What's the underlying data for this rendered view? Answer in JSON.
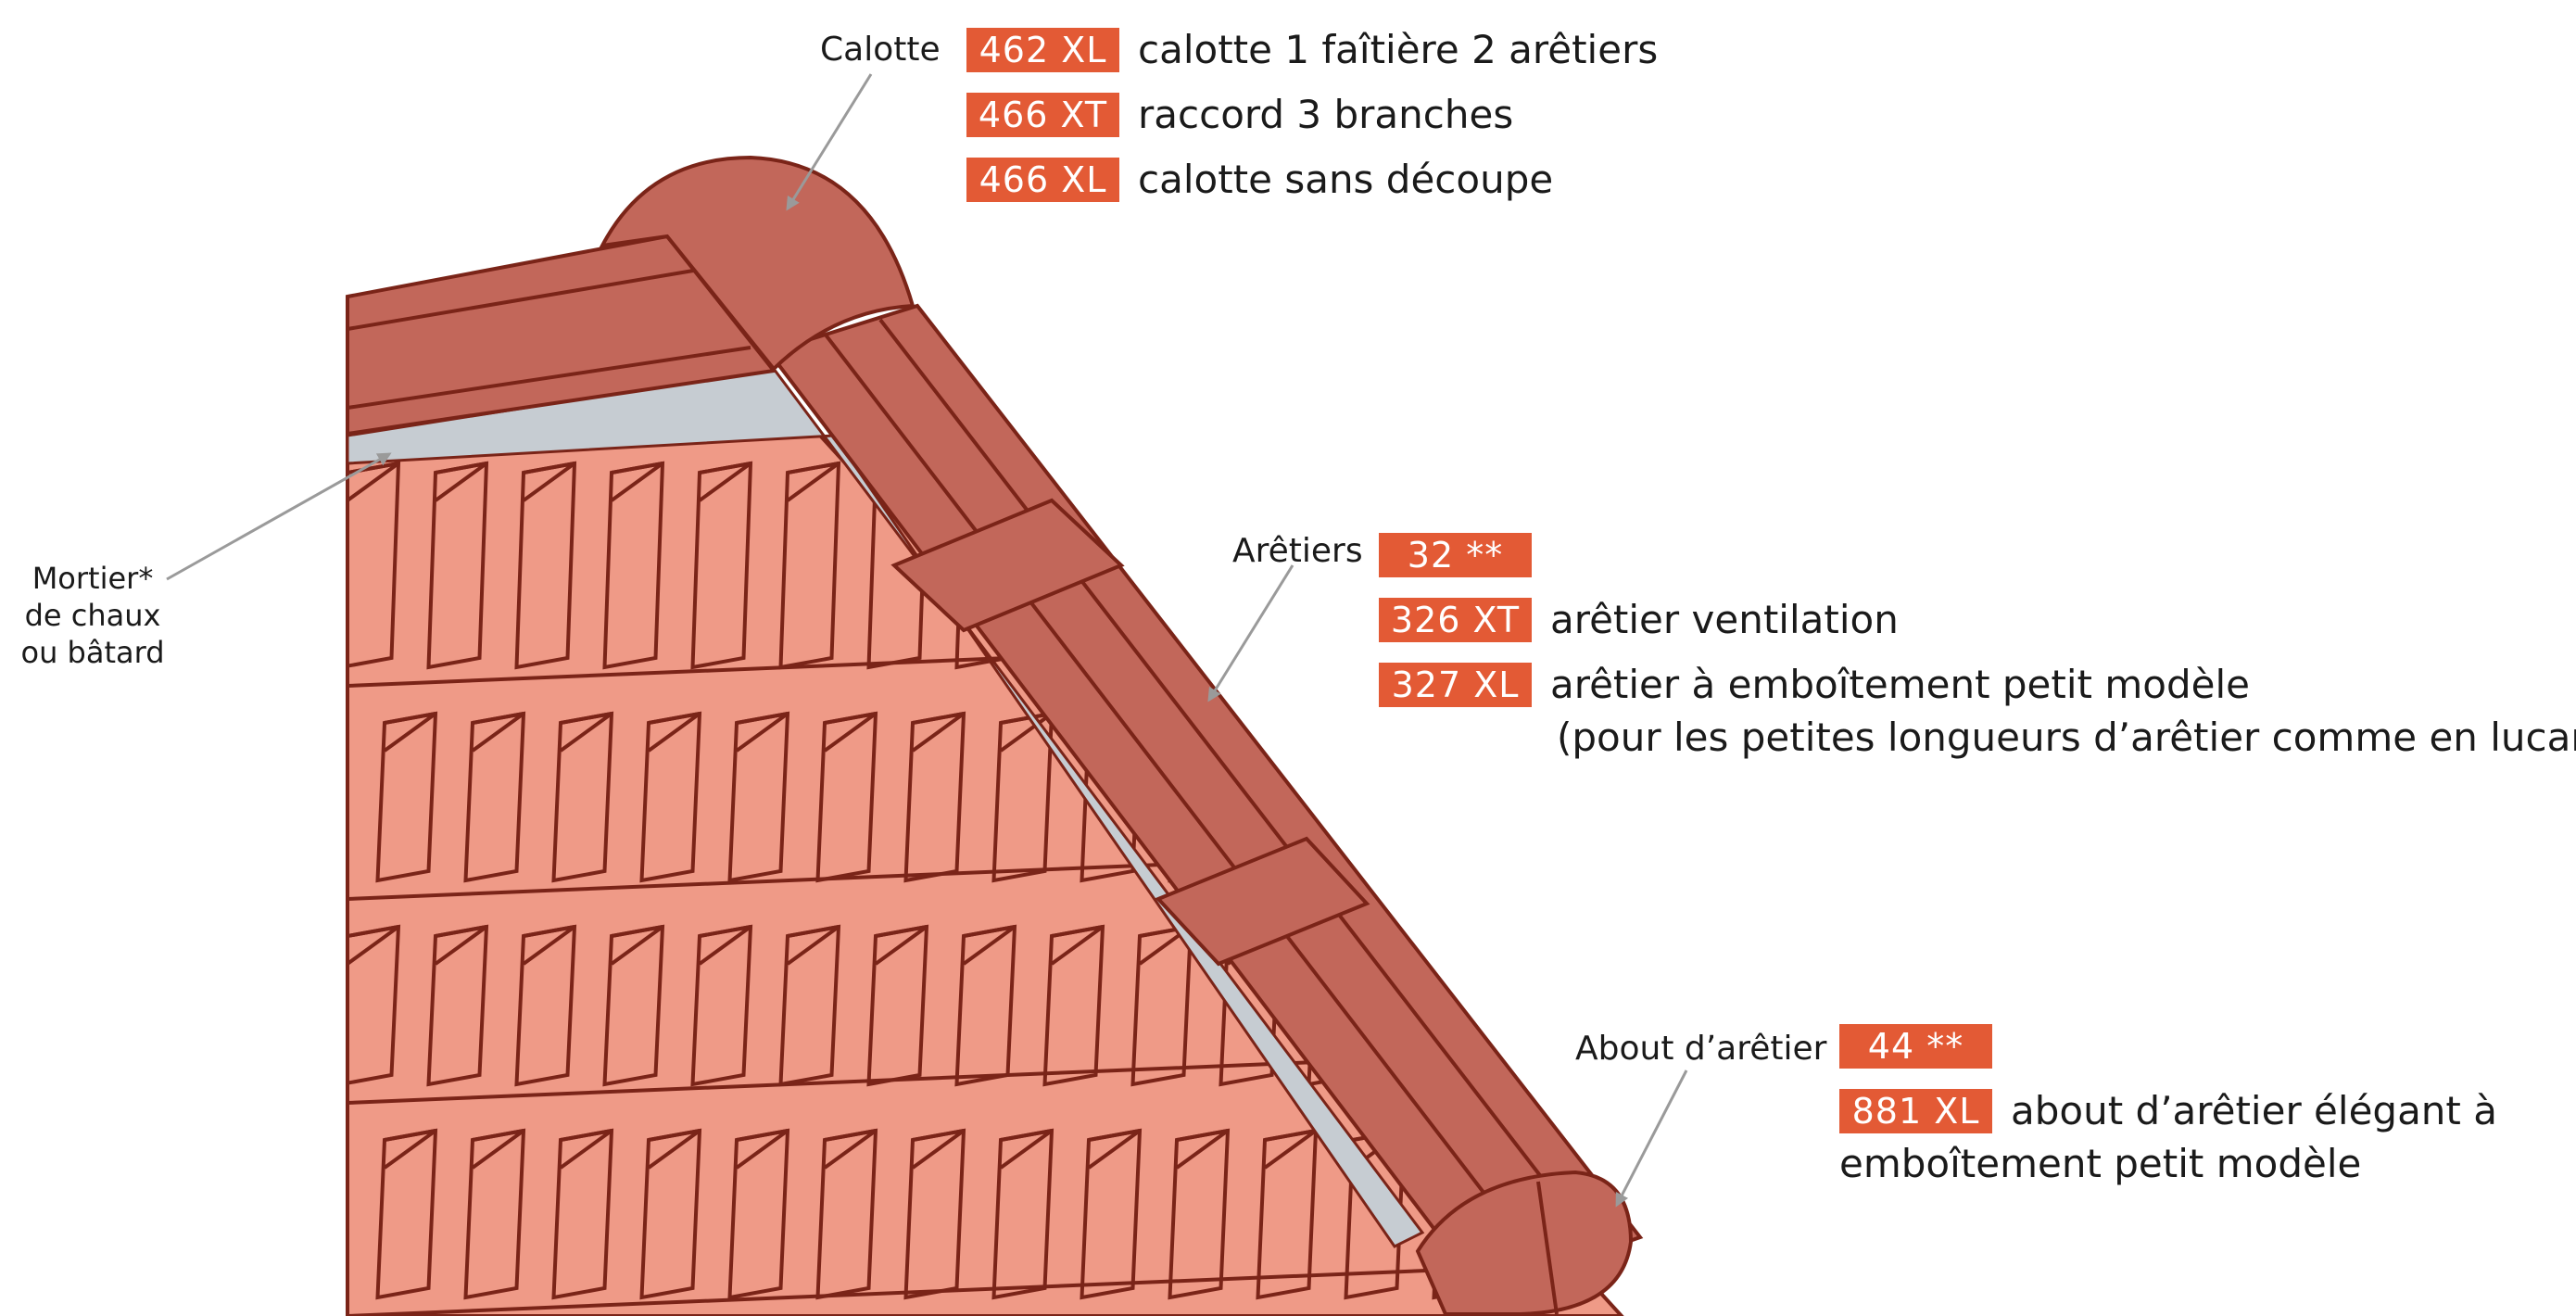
{
  "colors": {
    "badge": "#e35a35",
    "tile": "#ef9a87",
    "tile_line": "#7a2418",
    "ridge": "#c2675a",
    "mortar": "#c6ccd2",
    "arrow": "#9a9a9a"
  },
  "callouts": {
    "calotte": {
      "label": "Calotte",
      "items": [
        {
          "code": "462 XL",
          "text": "calotte 1 faîtière 2 arêtiers"
        },
        {
          "code": "466 XT",
          "text": "raccord 3 branches"
        },
        {
          "code": "466 XL",
          "text": "calotte sans découpe"
        }
      ]
    },
    "mortier": {
      "lines": [
        "Mortier*",
        "de chaux",
        "ou bâtard"
      ]
    },
    "aretiers": {
      "label": "Arêtiers",
      "items": [
        {
          "code": "32 **",
          "text": ""
        },
        {
          "code": "326 XT",
          "text": "arêtier ventilation"
        },
        {
          "code": "327 XL",
          "text": "arêtier à emboîtement petit modèle"
        }
      ],
      "note": "(pour les petites longueurs d’arêtier comme en lucarne)"
    },
    "about": {
      "label": "About d’arêtier",
      "items": [
        {
          "code": "44 **",
          "text": ""
        },
        {
          "code": "881 XL",
          "text": "about d’arêtier élégant à"
        }
      ],
      "continuation": "emboîtement petit modèle"
    }
  }
}
